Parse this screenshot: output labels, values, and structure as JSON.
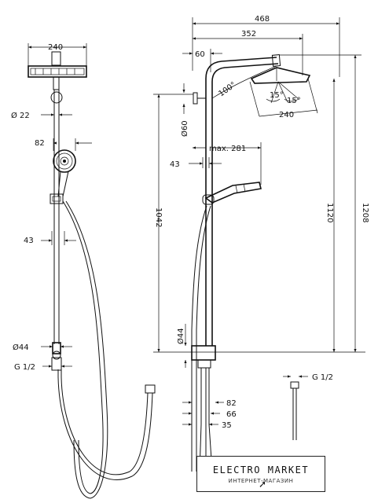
{
  "dimensions": {
    "d240_top": "240",
    "d22": "Ø 22",
    "d82_hand": "82",
    "d43_left": "43",
    "d44_left": "Ø44",
    "g12_left": "G 1/2",
    "d468": "468",
    "d352": "352",
    "d60": "60",
    "a100": "100°",
    "a15a": "15°",
    "a15b": "15°",
    "d240_head": "240",
    "d60_dia": "Ø60",
    "max281": "max. 281",
    "d43_right": "43",
    "d1042": "1042",
    "d1120": "1120",
    "d1208": "1208",
    "d44_right": "Ø44",
    "d82_bottom": "82",
    "d66": "66",
    "d35": "35",
    "g12_right": "G 1/2"
  },
  "watermark": {
    "title": "ELECTRO MARKET",
    "subtitle": "ИНТЕРНЕТ-МАГАЗИН",
    "icon": "cursor-arrow-icon"
  }
}
